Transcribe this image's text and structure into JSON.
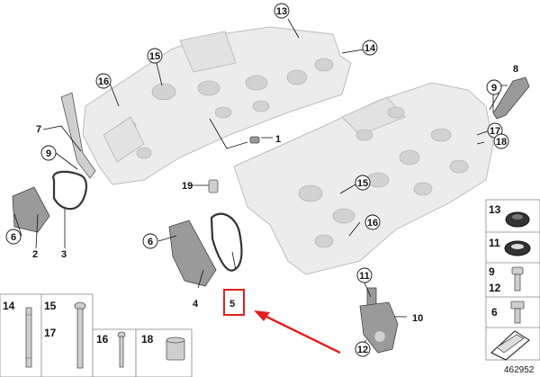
{
  "diagram": {
    "doc_number": "462952",
    "highlight_color": "#e02020",
    "callouts": {
      "c1": "1",
      "c2": "2",
      "c3": "3",
      "c4": "4",
      "c5": "5",
      "c6a": "6",
      "c6b": "6",
      "c7": "7",
      "c8": "8",
      "c9a": "9",
      "c9b": "9",
      "c10": "10",
      "c11": "11",
      "c12": "12",
      "c13": "13",
      "c14": "14",
      "c15a": "15",
      "c15b": "15",
      "c16a": "16",
      "c16b": "16",
      "c17": "17",
      "c18": "18",
      "c19": "19"
    },
    "bottom_catalog": {
      "b14": "14",
      "b15": "15",
      "b17": "17",
      "b16": "16",
      "b18": "18"
    },
    "side_catalog": {
      "s13": "13",
      "s11": "11",
      "s9": "9",
      "s12": "12",
      "s6": "6"
    }
  }
}
